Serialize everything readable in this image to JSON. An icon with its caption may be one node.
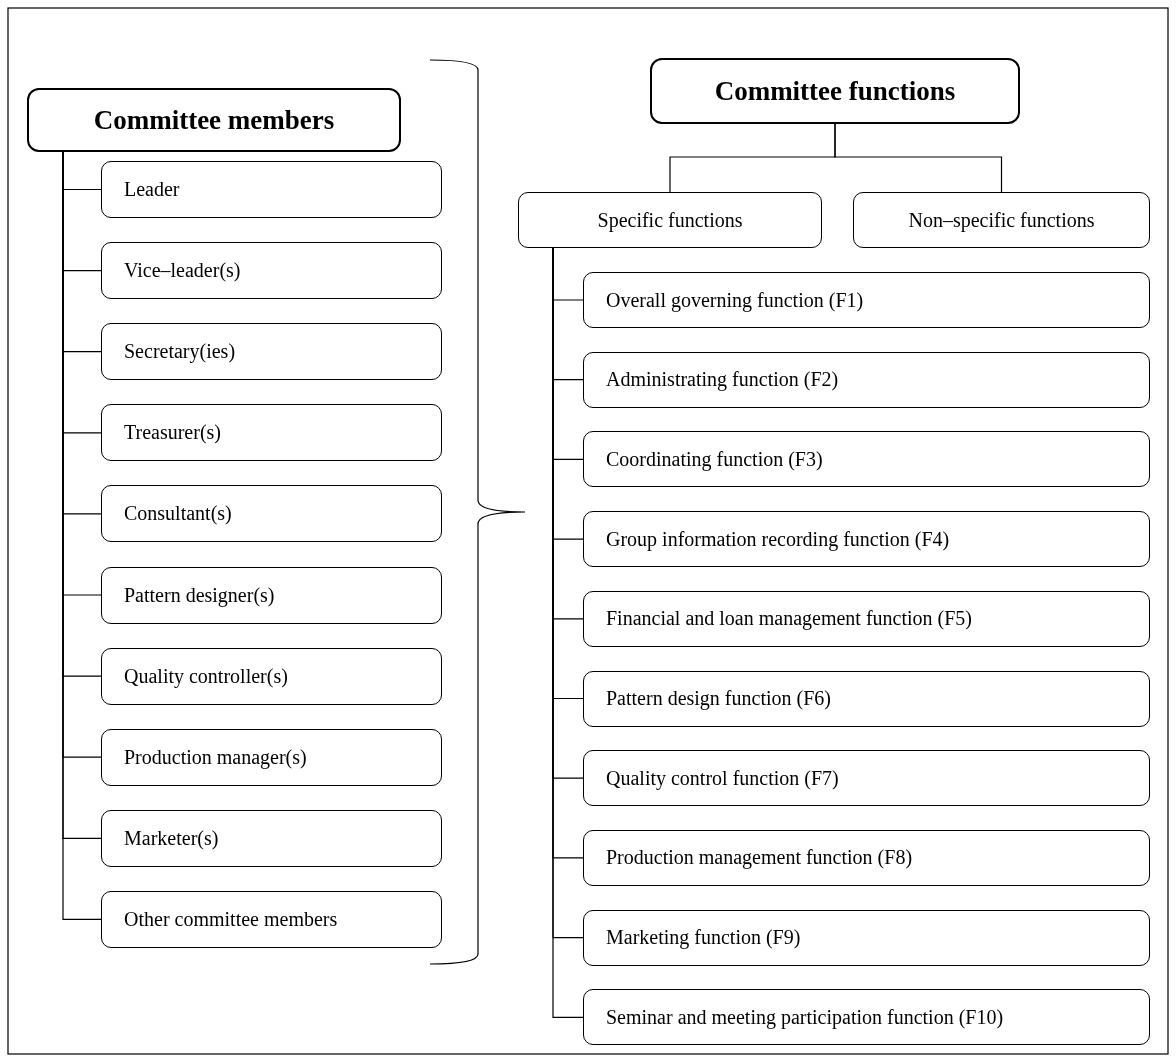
{
  "diagram": {
    "nodes": [
      {
        "text": [
          "Committee members"
        ]
      },
      {
        "text": [
          "Leader"
        ]
      },
      {
        "text": [
          "Vice–leader(s)"
        ]
      },
      {
        "text": [
          "Secretary(ies)"
        ]
      },
      {
        "text": [
          "Treasurer(s)"
        ]
      },
      {
        "text": [
          "Consultant(s)"
        ]
      },
      {
        "text": [
          "Pattern designer(s)"
        ]
      },
      {
        "text": [
          "Quality controller(s)"
        ]
      },
      {
        "text": [
          "Production manager(s)"
        ]
      },
      {
        "text": [
          "Marketer(s)"
        ]
      },
      {
        "text": [
          "Other committee members"
        ]
      },
      {
        "text": [
          "Committee functions"
        ]
      },
      {
        "text": [
          "Specific functions"
        ]
      },
      {
        "text": [
          "Non–specific functions"
        ]
      },
      {
        "text": [
          "Overall governing function (F1)"
        ]
      },
      {
        "text": [
          "Administrating function (F2)"
        ]
      },
      {
        "text": [
          "Coordinating function (F3)"
        ]
      },
      {
        "text": [
          "Group information recording function (F4)"
        ]
      },
      {
        "text": [
          "Financial and loan management function (F5)"
        ]
      },
      {
        "text": [
          "Pattern design function (F6)"
        ]
      },
      {
        "text": [
          "Quality control function (F7)"
        ]
      },
      {
        "text": [
          "Production management function (F8)"
        ]
      },
      {
        "text": [
          "Marketing function (F9)"
        ]
      },
      {
        "text": [
          "Seminar and meeting participation function (F10)"
        ]
      }
    ],
    "edges": [
      {
        "from": 0,
        "to": 1,
        "arrow": "none"
      },
      {
        "from": 0,
        "to": 2,
        "arrow": "none"
      },
      {
        "from": 0,
        "to": 3,
        "arrow": "none"
      },
      {
        "from": 0,
        "to": 4,
        "arrow": "none"
      },
      {
        "from": 0,
        "to": 5,
        "arrow": "none"
      },
      {
        "from": 0,
        "to": 6,
        "arrow": "none"
      },
      {
        "from": 0,
        "to": 7,
        "arrow": "none"
      },
      {
        "from": 0,
        "to": 8,
        "arrow": "none"
      },
      {
        "from": 0,
        "to": 9,
        "arrow": "none"
      },
      {
        "from": 0,
        "to": 10,
        "arrow": "none"
      },
      {
        "from": 11,
        "to": 12,
        "arrow": "none"
      },
      {
        "from": 11,
        "to": 13,
        "arrow": "none"
      },
      {
        "from": 12,
        "to": 14,
        "arrow": "none"
      },
      {
        "from": 12,
        "to": 15,
        "arrow": "none"
      },
      {
        "from": 12,
        "to": 16,
        "arrow": "none"
      },
      {
        "from": 12,
        "to": 17,
        "arrow": "none"
      },
      {
        "from": 12,
        "to": 18,
        "arrow": "none"
      },
      {
        "from": 12,
        "to": 19,
        "arrow": "none"
      },
      {
        "from": 12,
        "to": 20,
        "arrow": "none"
      },
      {
        "from": 12,
        "to": 21,
        "arrow": "none"
      },
      {
        "from": 12,
        "to": 22,
        "arrow": "none"
      },
      {
        "from": 12,
        "to": 23,
        "arrow": "none"
      }
    ]
  }
}
